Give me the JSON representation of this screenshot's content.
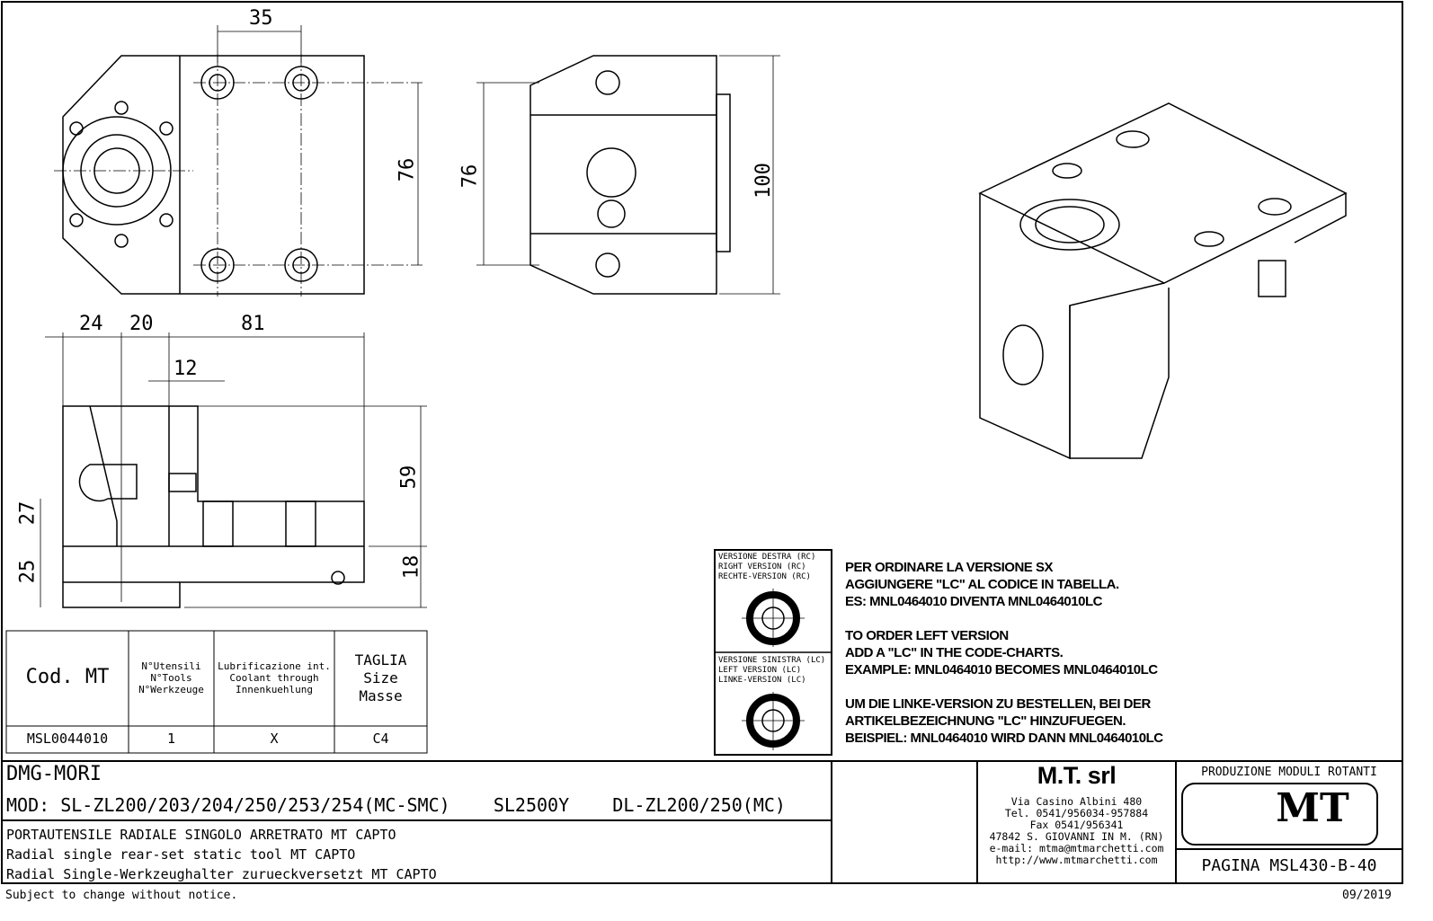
{
  "dimensions": {
    "d35": "35",
    "d76a": "76",
    "d76b": "76",
    "d100": "100",
    "d24": "24",
    "d20": "20",
    "d81": "81",
    "d12": "12",
    "d59": "59",
    "d27": "27",
    "d25": "25",
    "d18": "18"
  },
  "table": {
    "headers": [
      "Cod. MT",
      [
        "N°Utensili",
        "N°Tools",
        "N°Werkzeuge"
      ],
      [
        "Lubrificazione int.",
        "Coolant through",
        "Innenkuehlung"
      ],
      [
        "TAGLIA",
        "Size",
        "Masse"
      ]
    ],
    "row": [
      "MSL0044010",
      "1",
      "X",
      "C4"
    ]
  },
  "version_box": {
    "right": [
      "VERSIONE DESTRA (RC)",
      "RIGHT VERSION (RC)",
      "RECHTE-VERSION (RC)"
    ],
    "left": [
      "VERSIONE SINISTRA (LC)",
      "LEFT VERSION (LC)",
      "LINKE-VERSION (LC)"
    ]
  },
  "notes": [
    [
      "PER ORDINARE LA VERSIONE SX",
      "AGGIUNGERE \"LC\" AL CODICE IN TABELLA.",
      "ES: MNL0464010 DIVENTA MNL0464010LC"
    ],
    [
      "TO ORDER LEFT VERSION",
      "ADD A \"LC\" IN THE CODE-CHARTS.",
      "EXAMPLE: MNL0464010 BECOMES MNL0464010LC"
    ],
    [
      "UM DIE LINKE-VERSION ZU BESTELLEN, BEI DER",
      "ARTIKELBEZEICHNUNG \"LC\" HINZUFUEGEN.",
      "BEISPIEL: MNL0464010 WIRD DANN MNL0464010LC"
    ]
  ],
  "title_block": {
    "machine": "DMG-MORI",
    "models": "MOD: SL-ZL200/203/204/250/253/254(MC-SMC)    SL2500Y    DL-ZL200/250(MC)",
    "desc": [
      "PORTAUTENSILE RADIALE SINGOLO ARRETRATO MT CAPTO",
      "Radial single rear-set static tool MT CAPTO",
      "Radial Single-Werkzeughalter zurueckversetzt MT CAPTO"
    ],
    "company": "M.T. srl",
    "address": [
      "Via Casino Albini 480",
      "Tel. 0541/956034-957884",
      "Fax 0541/956341",
      "47842 S. GIOVANNI IN M. (RN)",
      "e-mail: mtma@mtmarchetti.com",
      "http://www.mtmarchetti.com"
    ],
    "production": "PRODUZIONE MODULI ROTANTI",
    "logo": "MT",
    "page": "PAGINA MSL430-B-40"
  },
  "footer": {
    "notice": "Subject to change without notice.",
    "date": "09/2019"
  }
}
